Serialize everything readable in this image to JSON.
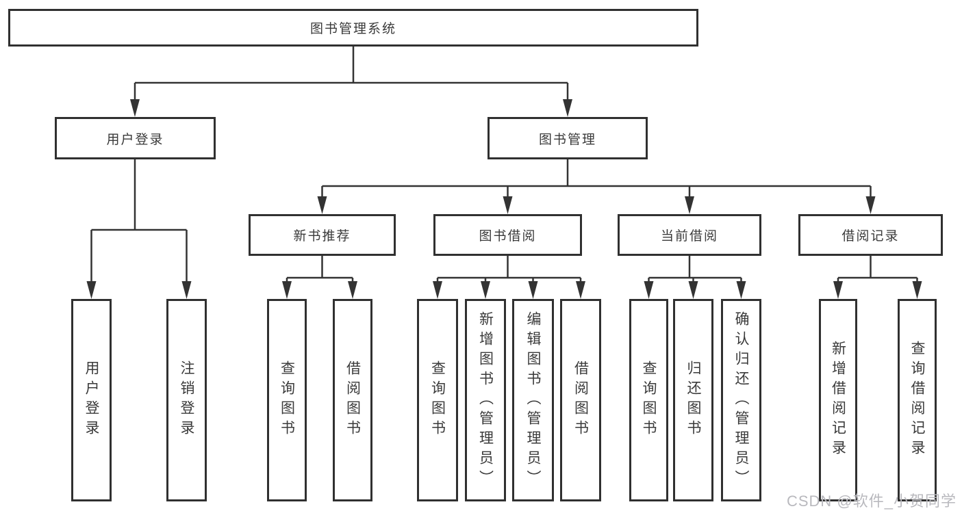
{
  "diagram": {
    "root": {
      "label": "图书管理系统"
    },
    "level2": {
      "user_login": {
        "label": "用户登录"
      },
      "book_management": {
        "label": "图书管理"
      }
    },
    "level3": {
      "new_book_recommend": {
        "label": "新书推荐"
      },
      "book_borrow": {
        "label": "图书借阅"
      },
      "current_borrow": {
        "label": "当前借阅"
      },
      "borrow_records": {
        "label": "借阅记录"
      }
    },
    "leaves": {
      "user_login_children": [
        "用户登录",
        "注销登录"
      ],
      "new_book_recommend_children": [
        "查询图书",
        "借阅图书"
      ],
      "book_borrow_children": [
        "查询图书",
        "新增图书（管理员）",
        "编辑图书（管理员）",
        "借阅图书"
      ],
      "current_borrow_children": [
        "查询图书",
        "归还图书",
        "确认归还（管理员）"
      ],
      "borrow_records_children": [
        "新增借阅记录",
        "查询借阅记录"
      ]
    }
  },
  "watermark": {
    "text": "CSDN @软件_小贺同学"
  },
  "colors": {
    "line": "#333333",
    "box_border": "#303030",
    "box_fill": "#ffffff",
    "text": "#3a3a3a",
    "watermark": "#b9b9be"
  }
}
